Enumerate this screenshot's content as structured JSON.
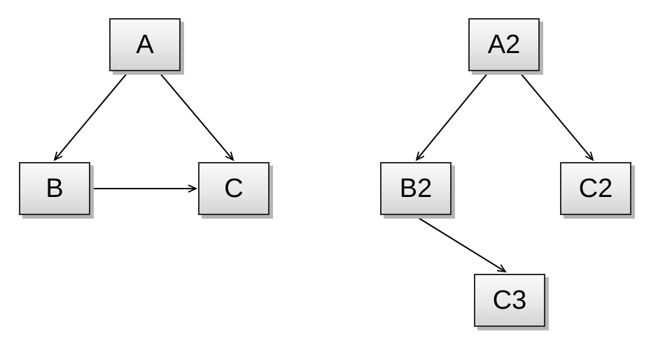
{
  "diagram": {
    "type": "directed-graph",
    "background": "#ffffff",
    "graphs": [
      {
        "name": "left-graph",
        "nodes": [
          {
            "id": "A",
            "label": "A"
          },
          {
            "id": "B",
            "label": "B"
          },
          {
            "id": "C",
            "label": "C"
          }
        ],
        "edges": [
          {
            "from": "A",
            "to": "B"
          },
          {
            "from": "A",
            "to": "C"
          },
          {
            "from": "B",
            "to": "C"
          }
        ]
      },
      {
        "name": "right-graph",
        "nodes": [
          {
            "id": "A2",
            "label": "A2"
          },
          {
            "id": "B2",
            "label": "B2"
          },
          {
            "id": "C2",
            "label": "C2"
          },
          {
            "id": "C3",
            "label": "C3"
          }
        ],
        "edges": [
          {
            "from": "A2",
            "to": "B2"
          },
          {
            "from": "A2",
            "to": "C2"
          },
          {
            "from": "B2",
            "to": "C3"
          }
        ]
      }
    ],
    "colors": {
      "node_fill_top": "#fafafa",
      "node_fill_bottom": "#d4d4d4",
      "node_border": "#2b2b2b",
      "node_shadow": "#b5b5b5",
      "edge_stroke": "#000000",
      "label_color": "#000000"
    }
  }
}
